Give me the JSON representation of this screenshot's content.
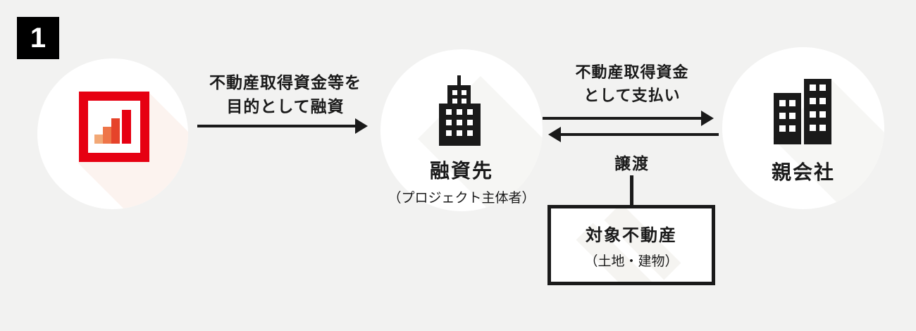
{
  "step_badge": "1",
  "colors": {
    "background": "#f2f2f1",
    "accent_red": "#e60012",
    "ink": "#1a1a1a",
    "logo_bar_colors": [
      "#f2a876",
      "#ee7548",
      "#e6432a",
      "#e60012"
    ]
  },
  "nodes": {
    "lender": {
      "icon": "bar-chart-logo-icon"
    },
    "borrower": {
      "label": "融資先",
      "sublabel": "（プロジェクト主体者）",
      "icon": "office-tower-icon"
    },
    "parent_company": {
      "label": "親会社",
      "icon": "twin-buildings-icon"
    }
  },
  "arrows": {
    "loan": {
      "direction": "right",
      "label_line1": "不動産取得資金等を",
      "label_line2": "目的として融資"
    },
    "payment": {
      "direction": "right",
      "label_line1": "不動産取得資金",
      "label_line2": "として支払い"
    },
    "transfer": {
      "direction": "left",
      "label": "譲渡"
    }
  },
  "property_box": {
    "title": "対象不動産",
    "subtitle": "（土地・建物）"
  }
}
